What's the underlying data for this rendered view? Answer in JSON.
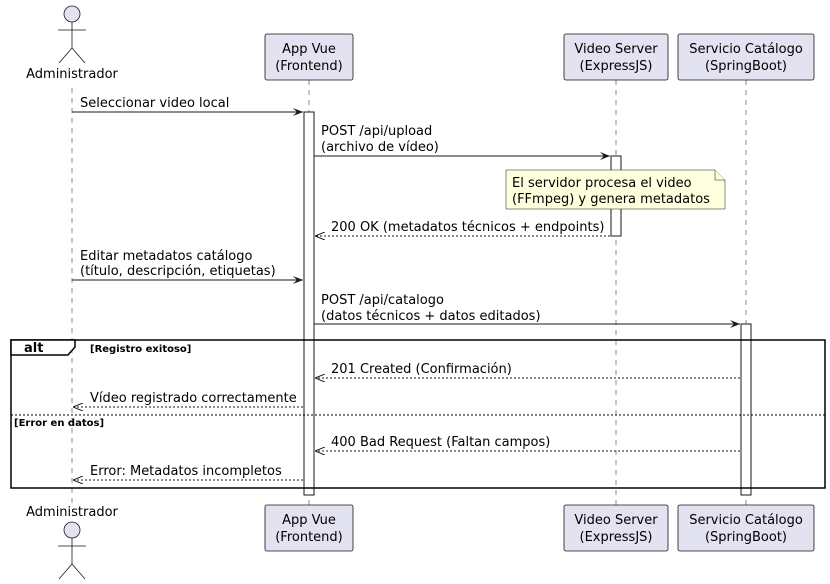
{
  "participants": {
    "admin": {
      "label": "Administrador"
    },
    "vue": {
      "line1": "App Vue",
      "line2": "(Frontend)"
    },
    "video": {
      "line1": "Video Server",
      "line2": "(ExpressJS)"
    },
    "catalog": {
      "line1": "Servicio Catálogo",
      "line2": "(SpringBoot)"
    }
  },
  "messages": {
    "m1": "Seleccionar video local",
    "m2_l1": "POST /api/upload",
    "m2_l2": "(archivo de vídeo)",
    "m3": "200 OK (metadatos técnicos + endpoints)",
    "m4_l1": "Editar metadatos catálogo",
    "m4_l2": "(título, descripción, etiquetas)",
    "m5_l1": "POST /api/catalogo",
    "m5_l2": "(datos técnicos + datos editados)",
    "m6": "201 Created (Confirmación)",
    "m7": "Vídeo registrado correctamente",
    "m8": "400 Bad Request (Faltan campos)",
    "m9": "Error: Metadatos incompletos"
  },
  "note": {
    "line1": "El servidor procesa el video",
    "line2": "(FFmpeg) y genera metadatos"
  },
  "alt": {
    "keyword": "alt",
    "guard1": "[Registro exitoso]",
    "guard2": "[Error en datos]"
  },
  "colors": {
    "participant_fill": "#E2E2F0",
    "note_fill": "#FEFFDD",
    "line": "#181818"
  }
}
